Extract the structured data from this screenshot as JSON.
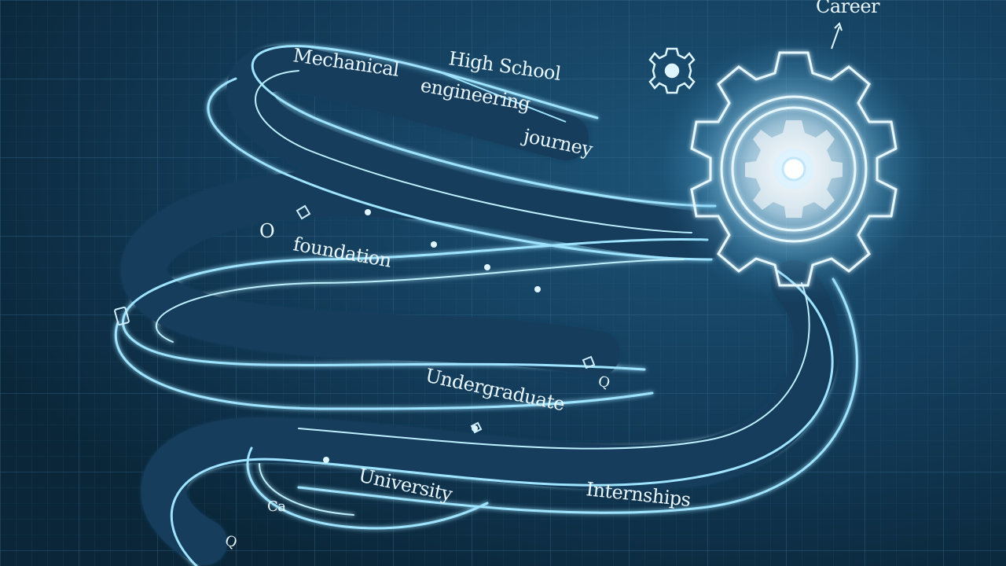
{
  "labels": {
    "career": "Career",
    "high_school": "High School",
    "title_line1": "Mechanical",
    "title_line2": "engineering",
    "title_line3": "journey",
    "foundation": "foundation",
    "undergraduate": "Undergraduate",
    "university": "University",
    "internships": "Internships",
    "badge_a": "O",
    "badge_b": "Ca",
    "badge_c": "Q",
    "badge_d": "Q"
  },
  "colors": {
    "background": "#0f3550",
    "grid": "#2a5d80",
    "line_glow": "#9fe4ff",
    "gear_glow": "#ffffff",
    "track_fill": "#163d5c"
  },
  "icons": [
    "large-gear-icon",
    "small-gear-icon",
    "career-arrow-icon"
  ]
}
